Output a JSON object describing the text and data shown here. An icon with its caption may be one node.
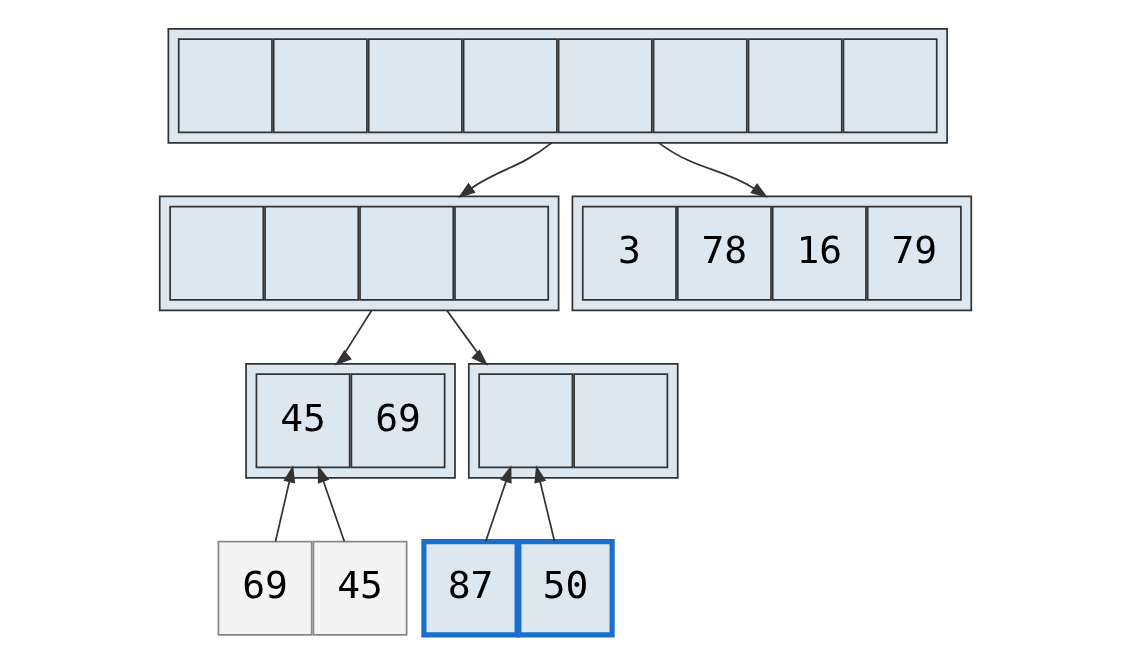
{
  "diagram": {
    "nodes": [
      {
        "text": [],
        "shape": "bar"
      },
      {
        "text": [],
        "shape": "box",
        "in": 0
      },
      {
        "text": [],
        "shape": "box",
        "in": 0
      },
      {
        "text": [],
        "shape": "box",
        "in": 0
      },
      {
        "text": [],
        "shape": "box",
        "in": 0
      },
      {
        "text": [],
        "shape": "box",
        "in": 0
      },
      {
        "text": [],
        "shape": "box",
        "in": 0
      },
      {
        "text": [],
        "shape": "box",
        "in": 0
      },
      {
        "text": [],
        "shape": "box",
        "in": 0
      },
      {
        "text": [],
        "shape": "bar"
      },
      {
        "text": [],
        "shape": "box",
        "in": 9
      },
      {
        "text": [],
        "shape": "box",
        "in": 9
      },
      {
        "text": [],
        "shape": "box",
        "in": 9
      },
      {
        "text": [],
        "shape": "box",
        "in": 9
      },
      {
        "text": [],
        "shape": "bar"
      },
      {
        "text": [
          "3"
        ],
        "in": 14
      },
      {
        "text": [
          "78"
        ],
        "in": 14
      },
      {
        "text": [
          "16"
        ],
        "in": 14
      },
      {
        "text": [
          "79"
        ],
        "in": 14
      },
      {
        "text": [],
        "shape": "bar"
      },
      {
        "text": [
          "45"
        ],
        "in": 19
      },
      {
        "text": [
          "69"
        ],
        "in": 19
      },
      {
        "text": [],
        "shape": "bar"
      },
      {
        "text": [],
        "shape": "box",
        "in": 22
      },
      {
        "text": [],
        "shape": "box",
        "in": 22
      },
      {
        "text": [
          "69"
        ]
      },
      {
        "text": [
          "45"
        ]
      },
      {
        "text": [
          "87"
        ]
      },
      {
        "text": [
          "50"
        ]
      }
    ],
    "edges": [
      {
        "from": 0,
        "to": 9,
        "arrow": "to"
      },
      {
        "from": 0,
        "to": 14,
        "arrow": "to"
      },
      {
        "from": 9,
        "to": 19,
        "arrow": "to"
      },
      {
        "from": 9,
        "to": 22,
        "arrow": "to"
      },
      {
        "from": 25,
        "to": 19,
        "arrow": "to"
      },
      {
        "from": 26,
        "to": 19,
        "arrow": "to"
      },
      {
        "from": 27,
        "to": 22,
        "arrow": "to"
      },
      {
        "from": 28,
        "to": 22,
        "arrow": "to"
      }
    ]
  }
}
